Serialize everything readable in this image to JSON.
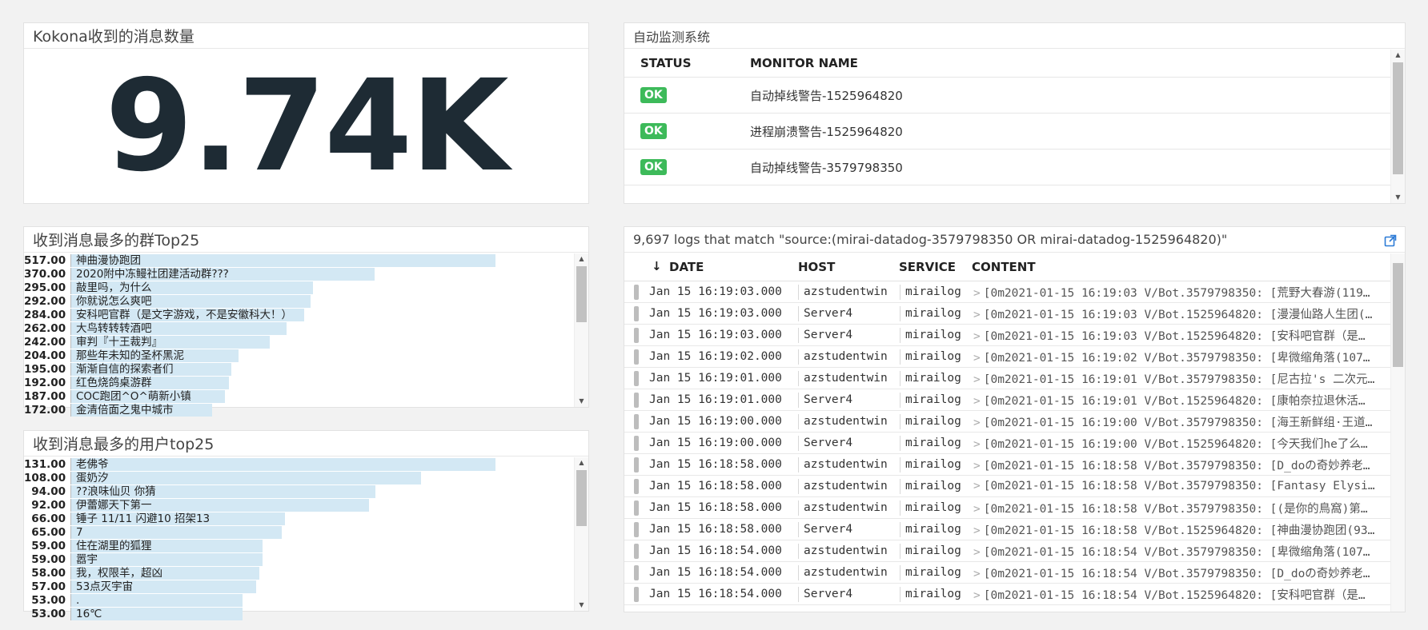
{
  "query_value": {
    "title": "Kokona收到的消息数量",
    "value": "9.74K"
  },
  "monitor": {
    "title": "自动监测系统",
    "col_status": "STATUS",
    "col_name": "MONITOR NAME",
    "rows": [
      {
        "status": "OK",
        "name": "自动掉线警告-1525964820"
      },
      {
        "status": "OK",
        "name": "进程崩溃警告-1525964820"
      },
      {
        "status": "OK",
        "name": "自动掉线警告-3579798350"
      }
    ]
  },
  "top_groups": {
    "title": "收到消息最多的群Top25",
    "max": 517,
    "rows": [
      {
        "value": "517.00",
        "n": 517,
        "label": "神曲漫协跑团"
      },
      {
        "value": "370.00",
        "n": 370,
        "label": "2020附中冻鳗社团建活动群???"
      },
      {
        "value": "295.00",
        "n": 295,
        "label": "敲里吗，为什么"
      },
      {
        "value": "292.00",
        "n": 292,
        "label": "你就说怎么爽吧"
      },
      {
        "value": "284.00",
        "n": 284,
        "label": "安科吧官群（是文字游戏，不是安徽科大！）"
      },
      {
        "value": "262.00",
        "n": 262,
        "label": "大鸟转转转酒吧"
      },
      {
        "value": "242.00",
        "n": 242,
        "label": "审判『十王裁判』"
      },
      {
        "value": "204.00",
        "n": 204,
        "label": "那些年未知的圣杯黑泥"
      },
      {
        "value": "195.00",
        "n": 195,
        "label": "渐渐自信的探索者们"
      },
      {
        "value": "192.00",
        "n": 192,
        "label": "红色烧鸽桌游群"
      },
      {
        "value": "187.00",
        "n": 187,
        "label": "COC跑团^O^萌新小镇"
      },
      {
        "value": "172.00",
        "n": 172,
        "label": "金清倍面之鬼中城市"
      }
    ]
  },
  "top_users": {
    "title": "收到消息最多的用户top25",
    "max": 131,
    "rows": [
      {
        "value": "131.00",
        "n": 131,
        "label": "老佛爷"
      },
      {
        "value": "108.00",
        "n": 108,
        "label": "蛋奶汐"
      },
      {
        "value": "94.00",
        "n": 94,
        "label": "??浪味仙贝 你猜"
      },
      {
        "value": "92.00",
        "n": 92,
        "label": "伊蕾娜天下第一"
      },
      {
        "value": "66.00",
        "n": 66,
        "label": "锤子 11/11 闪避10 招架13"
      },
      {
        "value": "65.00",
        "n": 65,
        "label": "7"
      },
      {
        "value": "59.00",
        "n": 59,
        "label": "住在湖里的狐狸"
      },
      {
        "value": "59.00",
        "n": 59,
        "label": "嚣宇"
      },
      {
        "value": "58.00",
        "n": 58,
        "label": "我，权限羊，超凶"
      },
      {
        "value": "57.00",
        "n": 57,
        "label": "53点灭宇宙"
      },
      {
        "value": "53.00",
        "n": 53,
        "label": "."
      },
      {
        "value": "53.00",
        "n": 53,
        "label": "16℃"
      }
    ]
  },
  "logs": {
    "title": "9,697 logs that match \"source:(mirai-datadog-3579798350 OR mirai-datadog-1525964820)\"",
    "col_date": "DATE",
    "col_host": "HOST",
    "col_service": "SERVICE",
    "col_content": "CONTENT",
    "rows": [
      {
        "date": "Jan 15 16:19:03.000",
        "host": "azstudentwin",
        "service": "mirailog",
        "content": "[0m2021-01-15 16:19:03 V/Bot.3579798350: [荒野大春游(119…"
      },
      {
        "date": "Jan 15 16:19:03.000",
        "host": "Server4",
        "service": "mirailog",
        "content": "[0m2021-01-15 16:19:03 V/Bot.1525964820: [漫漫仙路人生团(…"
      },
      {
        "date": "Jan 15 16:19:03.000",
        "host": "Server4",
        "service": "mirailog",
        "content": "[0m2021-01-15 16:19:03 V/Bot.1525964820: [安科吧官群（是…"
      },
      {
        "date": "Jan 15 16:19:02.000",
        "host": "azstudentwin",
        "service": "mirailog",
        "content": "[0m2021-01-15 16:19:02 V/Bot.3579798350: [卑微缩角落(107…"
      },
      {
        "date": "Jan 15 16:19:01.000",
        "host": "azstudentwin",
        "service": "mirailog",
        "content": "[0m2021-01-15 16:19:01 V/Bot.3579798350: [尼古拉's 二次元…"
      },
      {
        "date": "Jan 15 16:19:01.000",
        "host": "Server4",
        "service": "mirailog",
        "content": "[0m2021-01-15 16:19:01 V/Bot.1525964820: [康帕奈拉退休活…"
      },
      {
        "date": "Jan 15 16:19:00.000",
        "host": "azstudentwin",
        "service": "mirailog",
        "content": "[0m2021-01-15 16:19:00 V/Bot.3579798350: [海王新鲜组·王道…"
      },
      {
        "date": "Jan 15 16:19:00.000",
        "host": "Server4",
        "service": "mirailog",
        "content": "[0m2021-01-15 16:19:00 V/Bot.1525964820: [今天我们he了么…"
      },
      {
        "date": "Jan 15 16:18:58.000",
        "host": "azstudentwin",
        "service": "mirailog",
        "content": "[0m2021-01-15 16:18:58 V/Bot.3579798350: [D_doの奇妙养老…"
      },
      {
        "date": "Jan 15 16:18:58.000",
        "host": "azstudentwin",
        "service": "mirailog",
        "content": "[0m2021-01-15 16:18:58 V/Bot.3579798350: [Fantasy Elysi…"
      },
      {
        "date": "Jan 15 16:18:58.000",
        "host": "azstudentwin",
        "service": "mirailog",
        "content": "[0m2021-01-15 16:18:58 V/Bot.3579798350: [(是你的鳥窩)第…"
      },
      {
        "date": "Jan 15 16:18:58.000",
        "host": "Server4",
        "service": "mirailog",
        "content": "[0m2021-01-15 16:18:58 V/Bot.1525964820: [神曲漫协跑团(93…"
      },
      {
        "date": "Jan 15 16:18:54.000",
        "host": "azstudentwin",
        "service": "mirailog",
        "content": "[0m2021-01-15 16:18:54 V/Bot.3579798350: [卑微缩角落(107…"
      },
      {
        "date": "Jan 15 16:18:54.000",
        "host": "azstudentwin",
        "service": "mirailog",
        "content": "[0m2021-01-15 16:18:54 V/Bot.3579798350: [D_doの奇妙养老…"
      },
      {
        "date": "Jan 15 16:18:54.000",
        "host": "Server4",
        "service": "mirailog",
        "content": "[0m2021-01-15 16:18:54 V/Bot.1525964820: [安科吧官群（是…"
      }
    ]
  }
}
